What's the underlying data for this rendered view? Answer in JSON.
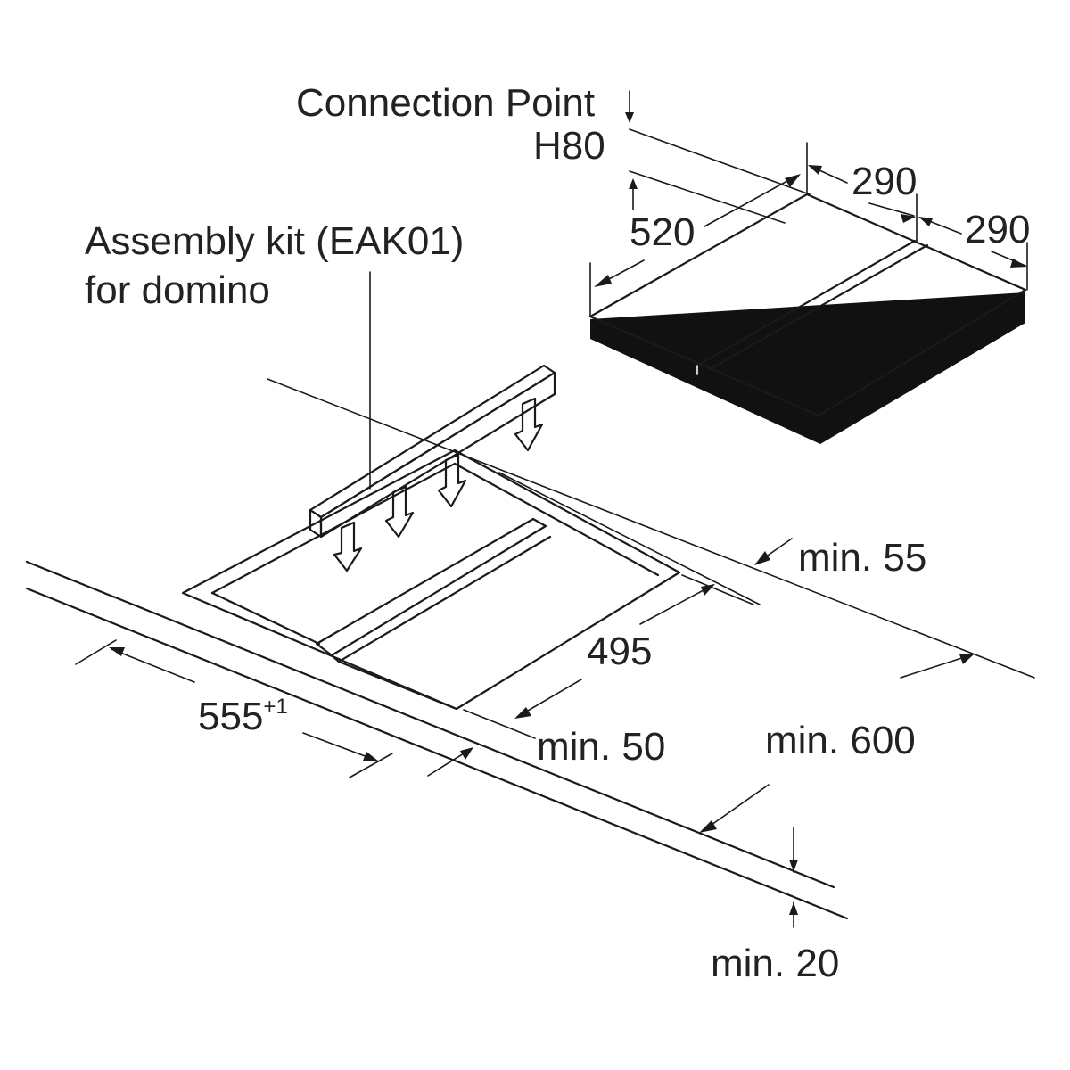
{
  "labels": {
    "connection_point": "Connection Point",
    "h80": "H80",
    "dim_290_a": "290",
    "dim_290_b": "290",
    "dim_520": "520",
    "assembly_kit_line1": "Assembly kit (EAK01)",
    "assembly_kit_line2": "for domino",
    "min55": "min. 55",
    "dim_495": "495",
    "dim_555": "555",
    "dim_555_sup": "+1",
    "min50": "min. 50",
    "min600": "min. 600",
    "min20": "min. 20"
  },
  "colors": {
    "line": "#1a1a1a",
    "text": "#222222",
    "hob_side": "#111111",
    "hob_top": "#ffffff"
  }
}
